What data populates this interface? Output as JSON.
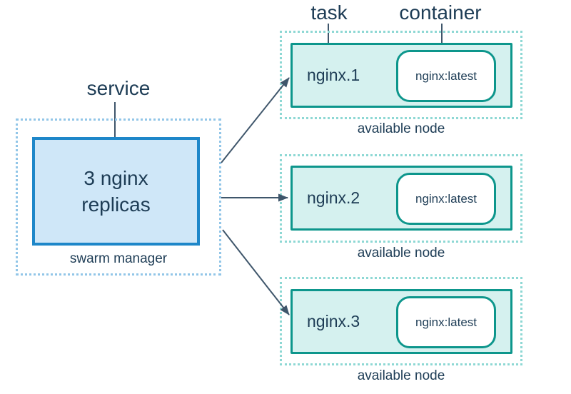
{
  "diagram": {
    "annotations": {
      "service": "service",
      "task": "task",
      "container": "container"
    },
    "manager": {
      "replicas_line1": "3 nginx",
      "replicas_line2": "replicas",
      "caption": "swarm manager"
    },
    "nodes": [
      {
        "task": "nginx.1",
        "container": "nginx:latest",
        "caption": "available node"
      },
      {
        "task": "nginx.2",
        "container": "nginx:latest",
        "caption": "available node"
      },
      {
        "task": "nginx.3",
        "container": "nginx:latest",
        "caption": "available node"
      }
    ],
    "colors": {
      "blue-border": "#1e87c9",
      "blue-fill": "#cfe7f8",
      "blue-dotted": "#92c6e8",
      "teal-border": "#0d968c",
      "teal-fill": "#d5f1ef",
      "teal-dotted": "#8ed8d4",
      "text": "#1d3c55",
      "arrow": "#3f566b"
    }
  }
}
